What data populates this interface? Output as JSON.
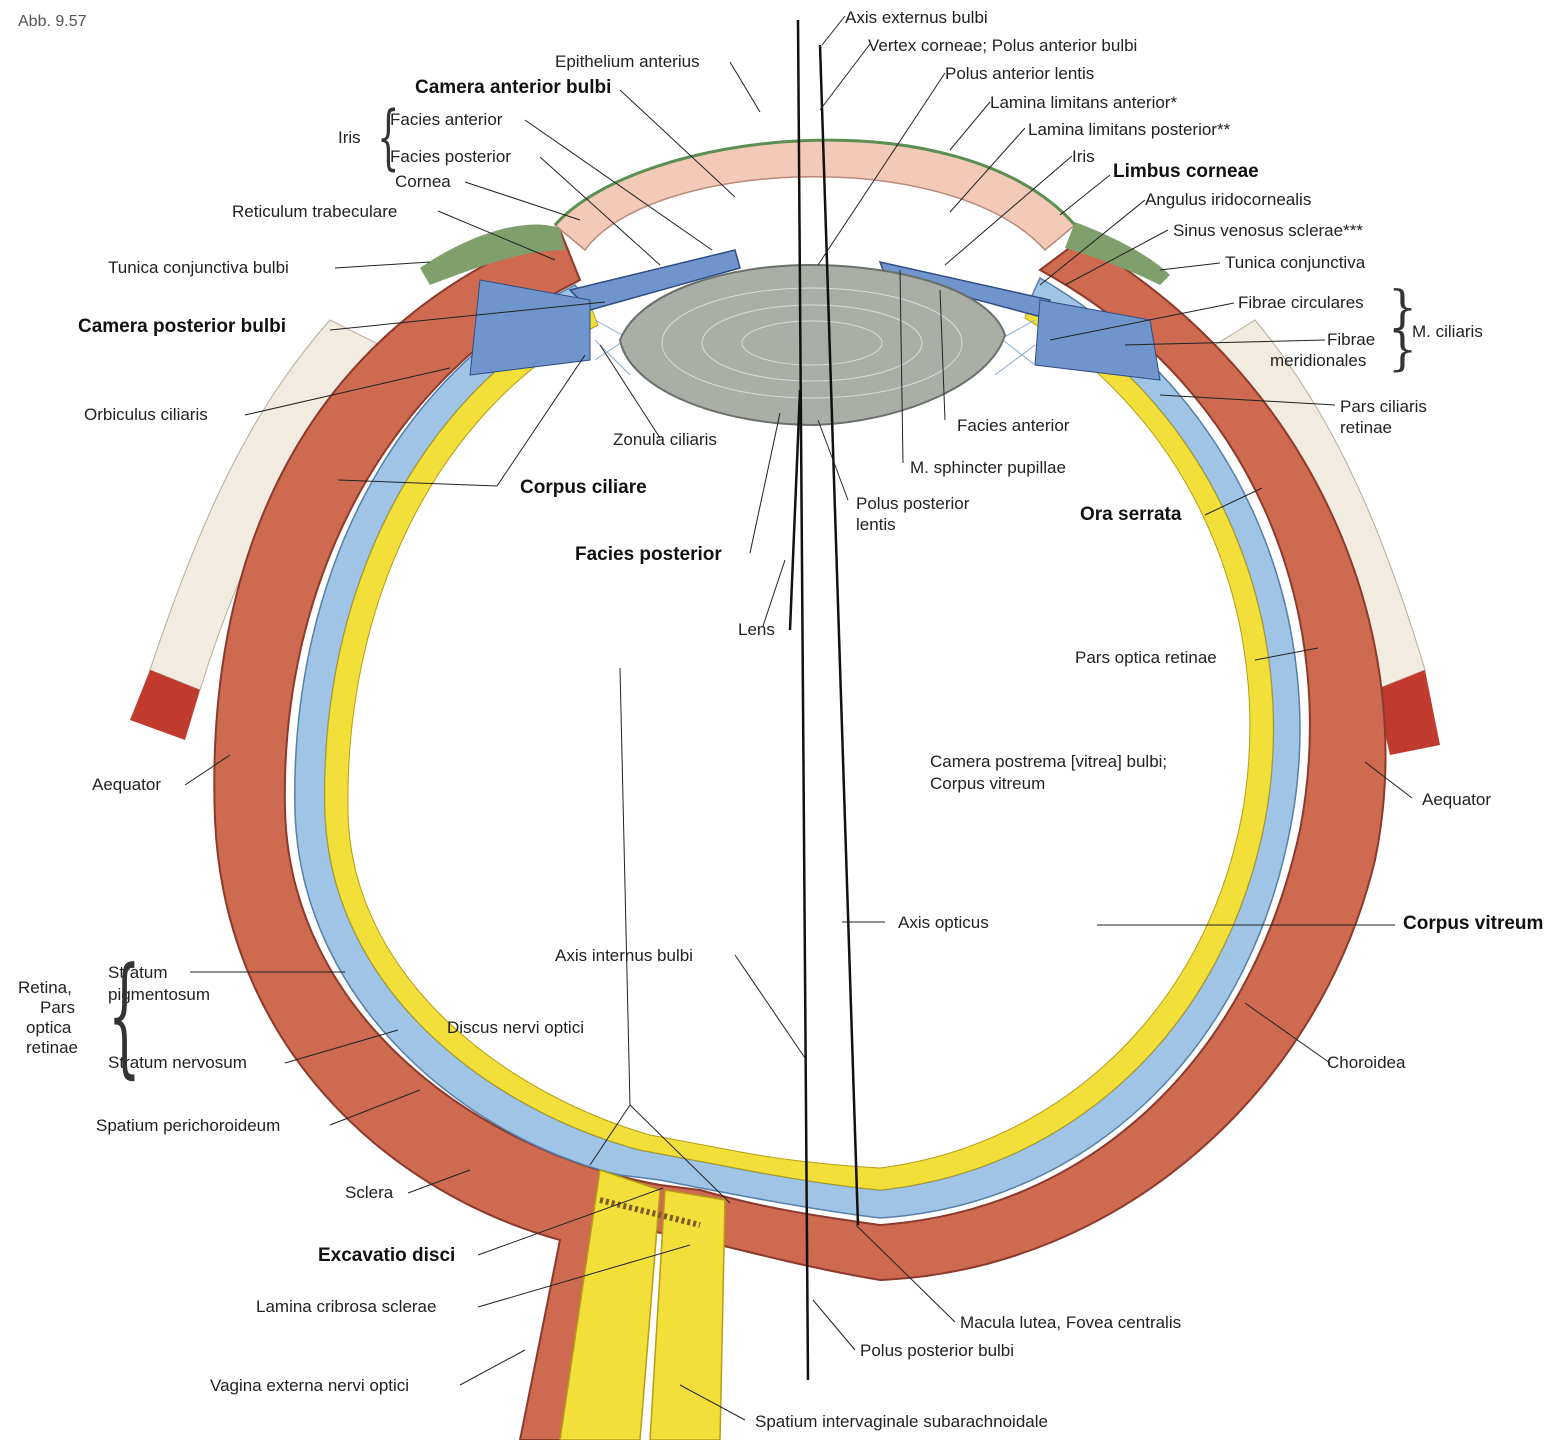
{
  "figure_number": "Abb. 9.57",
  "labels": {
    "axis_externus": "Axis externus bulbi",
    "vertex_corneae": "Vertex corneae; Polus anterior bulbi",
    "polus_anterior_lentis": "Polus anterior lentis",
    "lamina_ant": "Lamina limitans anterior*",
    "lamina_post": "Lamina limitans posterior**",
    "iris_right": "Iris",
    "limbus": "Limbus corneae",
    "angulus": "Angulus iridocornealis",
    "sinus": "Sinus venosus sclerae***",
    "tunica_conj_right": "Tunica conjunctiva",
    "fibrae_circ": "Fibrae circulares",
    "fibrae_mer_1": "Fibrae",
    "fibrae_mer_2": "meridionales",
    "m_ciliaris": "M. ciliaris",
    "pars_ciliaris_1": "Pars ciliaris",
    "pars_ciliaris_2": "retinae",
    "facies_ant_right": "Facies anterior",
    "m_sphincter": "M. sphincter pupillae",
    "polus_post_lentis_1": "Polus posterior",
    "polus_post_lentis_2": "lentis",
    "ora_serrata": "Ora serrata",
    "pars_optica": "Pars optica retinae",
    "camera_postrema_1": "Camera postrema [vitrea] bulbi;",
    "camera_postrema_2": "Corpus vitreum",
    "aequator_right": "Aequator",
    "axis_opticus": "Axis opticus",
    "corpus_vitreum": "Corpus vitreum",
    "choroidea": "Choroidea",
    "macula": "Macula lutea, Fovea centralis",
    "polus_post_bulbi": "Polus posterior bulbi",
    "spatium_interv": "Spatium intervaginale subarachnoidale",
    "vagina_ext": "Vagina externa nervi optici",
    "lamina_cribrosa": "Lamina cribrosa sclerae",
    "excavatio": "Excavatio disci",
    "sclera": "Sclera",
    "spatium_peri": "Spatium perichoroideum",
    "stratum_nerv": "Stratum nervosum",
    "stratum_pig_1": "Stratum",
    "stratum_pig_2": "pigmentosum",
    "retina_group_1": "Retina,",
    "retina_group_2": "Pars",
    "retina_group_3": "optica",
    "retina_group_4": "retinae",
    "discus": "Discus nervi optici",
    "axis_internus": "Axis internus bulbi",
    "aequator_left": "Aequator",
    "lens": "Lens",
    "facies_post": "Facies posterior",
    "corpus_ciliare": "Corpus ciliare",
    "zonula": "Zonula ciliaris",
    "orbiculus": "Orbiculus ciliaris",
    "camera_post": "Camera posterior bulbi",
    "tunica_conj_bulbi": "Tunica conjunctiva bulbi",
    "reticulum": "Reticulum trabeculare",
    "cornea": "Cornea",
    "iris_left": "Iris",
    "facies_ant_iris": "Facies anterior",
    "facies_post_iris": "Facies posterior",
    "camera_ant": "Camera anterior bulbi",
    "epithelium": "Epithelium anterius"
  },
  "colors": {
    "sclera": "#cd6a4f",
    "sclera_dark": "#a8473a",
    "choroid": "#9fc4e6",
    "retina": "#f2df3a",
    "cornea": "#f3c9b8",
    "epithelium": "#5a8f52",
    "lens": "#a9aea6",
    "iris": "#6f95cc",
    "muscle_red": "#c03a2e",
    "tendon": "#f1ebe0",
    "conjunctiva": "#7fa06d"
  }
}
